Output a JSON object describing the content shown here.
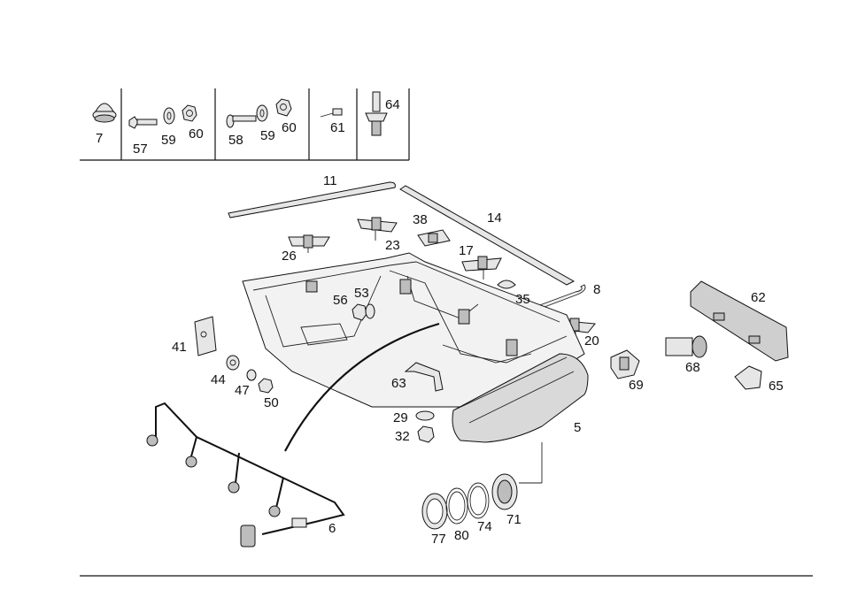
{
  "callouts": [
    {
      "id": "c7",
      "text": "7"
    },
    {
      "id": "c57",
      "text": "57"
    },
    {
      "id": "c59a",
      "text": "59"
    },
    {
      "id": "c60a",
      "text": "60"
    },
    {
      "id": "c58",
      "text": "58"
    },
    {
      "id": "c59b",
      "text": "59"
    },
    {
      "id": "c60b",
      "text": "60"
    },
    {
      "id": "c61",
      "text": "61"
    },
    {
      "id": "c64",
      "text": "64"
    },
    {
      "id": "c11",
      "text": "11"
    },
    {
      "id": "c14",
      "text": "14"
    },
    {
      "id": "c38",
      "text": "38"
    },
    {
      "id": "c23",
      "text": "23"
    },
    {
      "id": "c26",
      "text": "26"
    },
    {
      "id": "c17",
      "text": "17"
    },
    {
      "id": "c8",
      "text": "8"
    },
    {
      "id": "c56",
      "text": "56"
    },
    {
      "id": "c53",
      "text": "53"
    },
    {
      "id": "c35",
      "text": "35"
    },
    {
      "id": "c62",
      "text": "62"
    },
    {
      "id": "c41",
      "text": "41"
    },
    {
      "id": "c20",
      "text": "20"
    },
    {
      "id": "c68",
      "text": "68"
    },
    {
      "id": "c44",
      "text": "44"
    },
    {
      "id": "c47",
      "text": "47"
    },
    {
      "id": "c50",
      "text": "50"
    },
    {
      "id": "c63",
      "text": "63"
    },
    {
      "id": "c69",
      "text": "69"
    },
    {
      "id": "c65",
      "text": "65"
    },
    {
      "id": "c29",
      "text": "29"
    },
    {
      "id": "c32",
      "text": "32"
    },
    {
      "id": "c5",
      "text": "5"
    },
    {
      "id": "c6",
      "text": "6"
    },
    {
      "id": "c77",
      "text": "77"
    },
    {
      "id": "c80",
      "text": "80"
    },
    {
      "id": "c74",
      "text": "74"
    },
    {
      "id": "c71",
      "text": "71"
    }
  ]
}
